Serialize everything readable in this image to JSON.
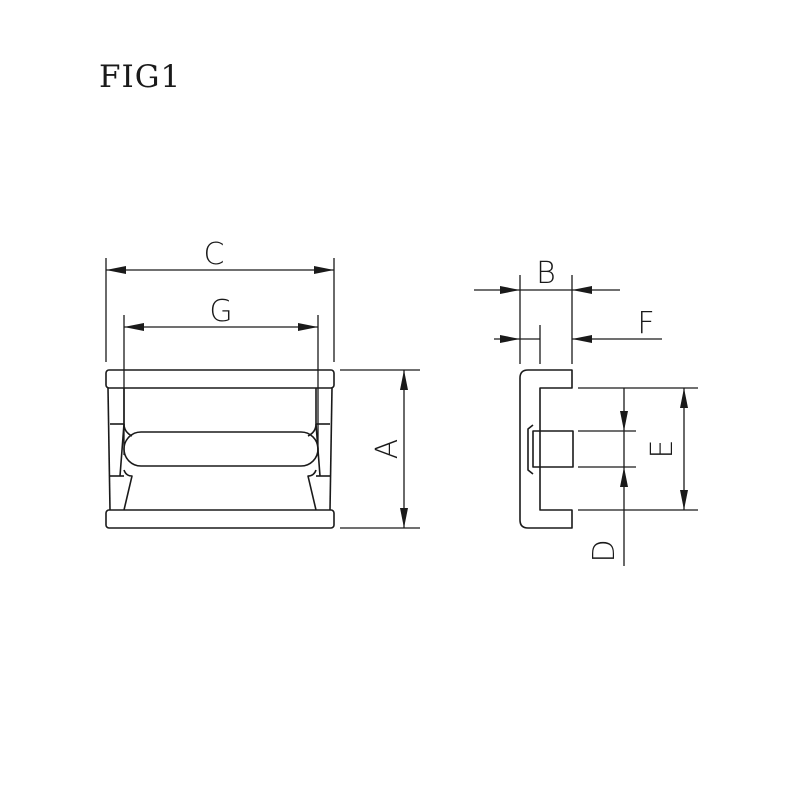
{
  "figure": {
    "title": "FIG1"
  },
  "front_view": {
    "dimensions": {
      "overall_width": "C",
      "slot_width": "G",
      "height": "A"
    }
  },
  "side_view": {
    "dimensions": {
      "depth": "B",
      "wall_thickness": "F",
      "inner_height": "E",
      "slot_height": "D"
    }
  },
  "colors": {
    "line": "#1a1a1a",
    "background": "#ffffff"
  }
}
